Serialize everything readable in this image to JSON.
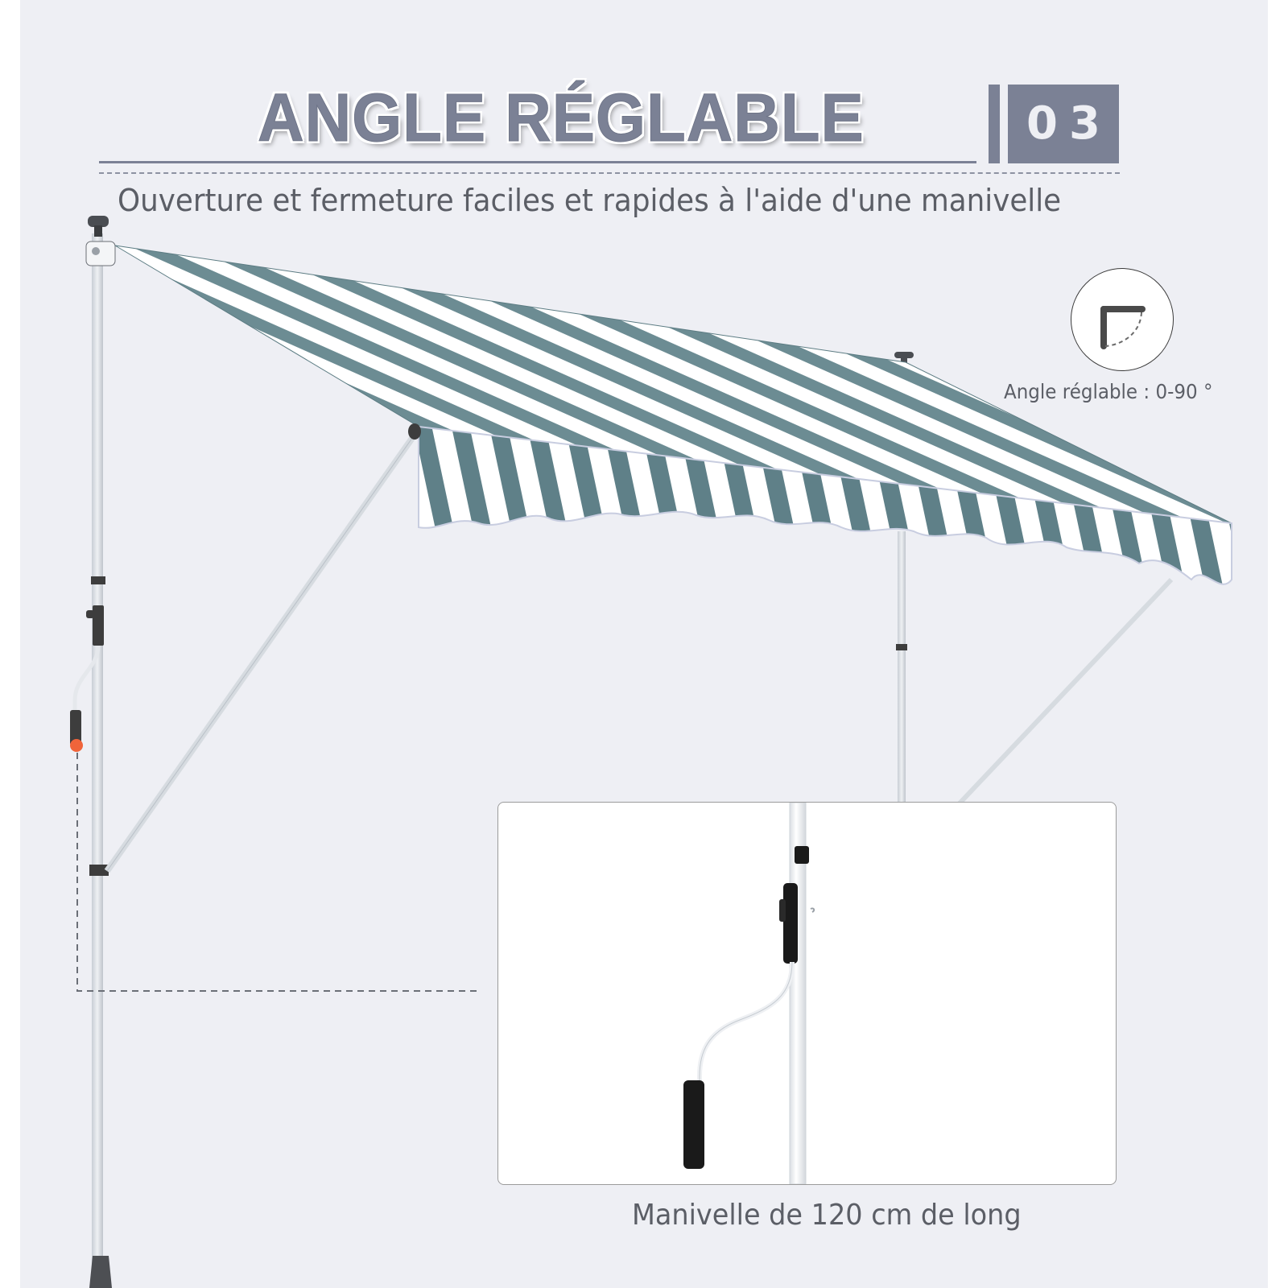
{
  "header": {
    "title": "ANGLE RÉGLABLE",
    "badge_number": "03",
    "subtitle": "Ouverture et fermeture faciles et rapides à l'aide d'une manivelle"
  },
  "angle_feature": {
    "icon": "right-angle-icon",
    "label": "Angle réglable : 0-90 °"
  },
  "product": {
    "name": "striped-awning",
    "stripe_colors": [
      "#6c8c93",
      "#ffffff"
    ],
    "frame_color": "#d9dde2",
    "fitting_color": "#3d3d3d",
    "highlight_dot_color": "#f0643a"
  },
  "inset": {
    "subject": "crank-handle-closeup",
    "caption": "Manivelle de 120 cm de long"
  },
  "colors": {
    "background": "#eeeff4",
    "accent": "#7b8195",
    "text": "#5b5e66"
  }
}
